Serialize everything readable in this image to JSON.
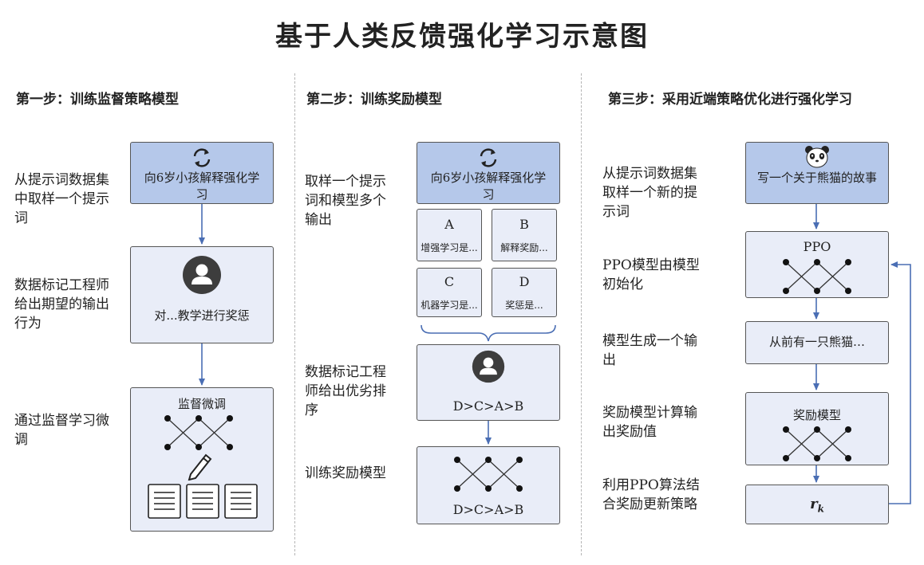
{
  "title": "基于人类反馈强化学习示意图",
  "steps": {
    "s1": "第一步：训练监督策略模型",
    "s2": "第二步：训练奖励模型",
    "s3": "第三步：采用近端策略优化进行强化学习"
  },
  "col1": {
    "l1": "从提示词数据集中取样一个提示词",
    "l2": "数据标记工程师给出期望的输出行为",
    "l3": "通过监督学习微调",
    "prompt": "向6岁小孩解释强化学习",
    "answer": "对...教学进行奖惩",
    "sft": "监督微调"
  },
  "col2": {
    "l1": "取样一个提示词和模型多个输出",
    "l2": "数据标记工程师给出优劣排序",
    "l3": "训练奖励模型",
    "prompt": "向6岁小孩解释强化学习",
    "outputs": [
      {
        "letter": "A",
        "text": "增强学习是..."
      },
      {
        "letter": "B",
        "text": "解释奖励..."
      },
      {
        "letter": "C",
        "text": "机器学习是..."
      },
      {
        "letter": "D",
        "text": "奖惩是..."
      }
    ],
    "rank": "D>C>A>B",
    "rank2": "D>C>A>B"
  },
  "col3": {
    "l1": "从提示词数据集取样一个新的提示词",
    "l2": "PPO模型由模型初始化",
    "l3": "模型生成一个输出",
    "l4": "奖励模型计算输出奖励值",
    "l5": "利用PPO算法结合奖励更新策略",
    "prompt": "写一个关于熊猫的故事",
    "ppo": "PPO",
    "output": "从前有一只熊猫…",
    "rm": "奖励模型",
    "reward_main": "r",
    "reward_sub": "k"
  },
  "colors": {
    "box_light": "#e9edf8",
    "box_dark": "#b5c8ea",
    "arrow": "#4a6eb4",
    "avatar": "#3d3d3d"
  }
}
